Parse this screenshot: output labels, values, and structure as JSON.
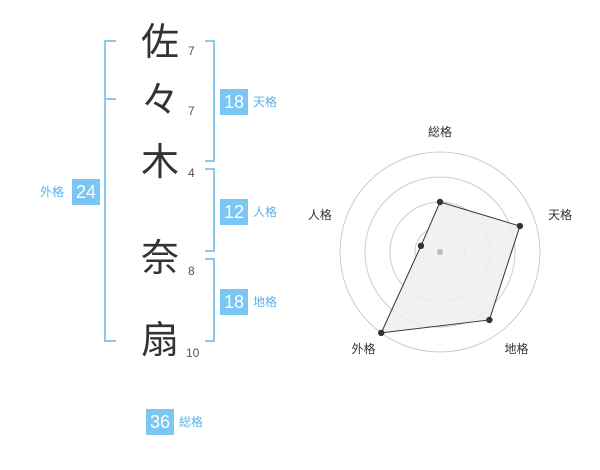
{
  "name": {
    "characters": [
      {
        "char": "佐",
        "strokes": "7"
      },
      {
        "char": "々",
        "strokes": "7"
      },
      {
        "char": "木",
        "strokes": "4"
      },
      {
        "char": "奈",
        "strokes": "8"
      },
      {
        "char": "扇",
        "strokes": "10"
      }
    ]
  },
  "fortunes": {
    "tenkaku": {
      "value": "18",
      "label": "天格"
    },
    "jinkaku": {
      "value": "12",
      "label": "人格"
    },
    "chikaku": {
      "value": "18",
      "label": "地格"
    },
    "gaikaku": {
      "value": "24",
      "label": "外格"
    },
    "soukaku": {
      "value": "36",
      "label": "総格"
    }
  },
  "colors": {
    "accent": "#7cc6f3",
    "bracket": "#8ac8f0",
    "label": "#59b2ea",
    "radar_fill": "#efefef",
    "radar_line": "#333333",
    "grid": "#cccccc"
  },
  "chart_data": {
    "type": "radar",
    "axes": [
      "総格",
      "天格",
      "地格",
      "外格",
      "人格"
    ],
    "values": [
      2.5,
      4.2,
      4.2,
      5,
      1.0
    ],
    "max": 5,
    "rings": 4,
    "grid": true
  }
}
